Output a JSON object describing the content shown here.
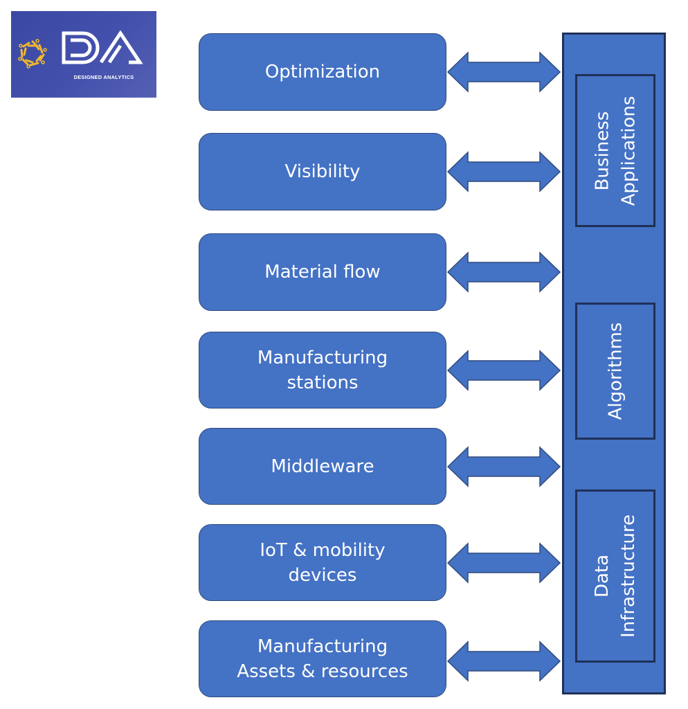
{
  "logo": {
    "brand_letters": "DA",
    "subtitle": "DESIGNED ANALYTICS",
    "colors": {
      "background": "#4451ac",
      "mark": "#f2b82c",
      "text": "#ffffff"
    }
  },
  "colors": {
    "box_fill": "#4472c4",
    "box_border": "#2f4a7c",
    "panel_border": "#1f3057",
    "text": "#ffffff"
  },
  "layers": [
    {
      "label": "Optimization"
    },
    {
      "label": "Visibility"
    },
    {
      "label": "Material flow"
    },
    {
      "label": "Manufacturing\nstations"
    },
    {
      "label": "Middleware"
    },
    {
      "label": "IoT & mobility\ndevices"
    },
    {
      "label": "Manufacturing\nAssets & resources"
    }
  ],
  "arrow_type": "double-headed",
  "panel": {
    "sections": [
      {
        "label": "Business\nApplications"
      },
      {
        "label": "Algorithms"
      },
      {
        "label": "Data\nInfrastructure"
      }
    ]
  }
}
